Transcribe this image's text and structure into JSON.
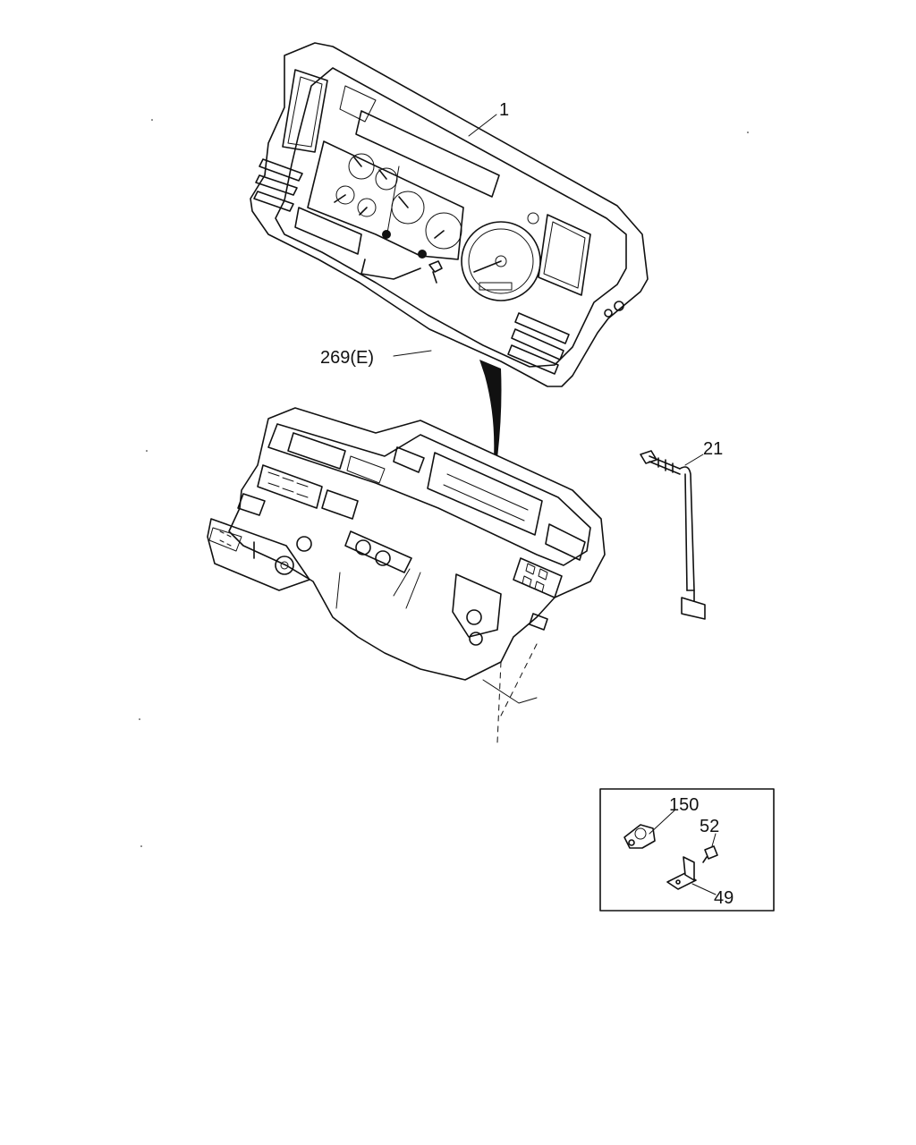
{
  "callouts": {
    "cluster": "1",
    "screw": "269(E)",
    "cable": "21",
    "clip": "150",
    "bolt": "52",
    "bracket": "49"
  }
}
